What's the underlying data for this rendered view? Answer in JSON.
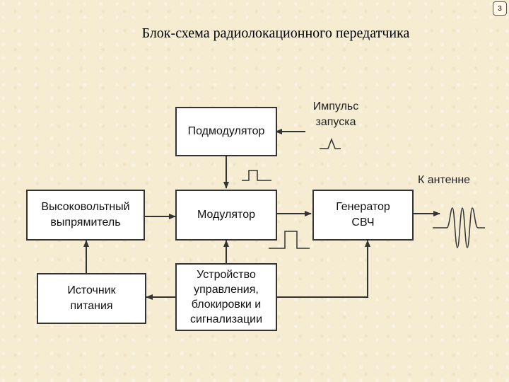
{
  "slide": {
    "title": "Блок-схема радиолокационного передатчика",
    "page_number": "3"
  },
  "blocks": {
    "submodulator": "Подмодулятор",
    "hv_rectifier": "Высоковольтный\nвыпрямитель",
    "modulator": "Модулятор",
    "mw_generator": "Генератор\nСВЧ",
    "power_source": "Источник\nпитания",
    "control_unit": "Устройство\nуправления,\nблокировки и\nсигнализации"
  },
  "labels": {
    "trigger_pulse": "Импульс\nзапуска",
    "to_antenna": "К антенне"
  },
  "colors": {
    "background": "#f6ecd2",
    "line": "#333333"
  }
}
